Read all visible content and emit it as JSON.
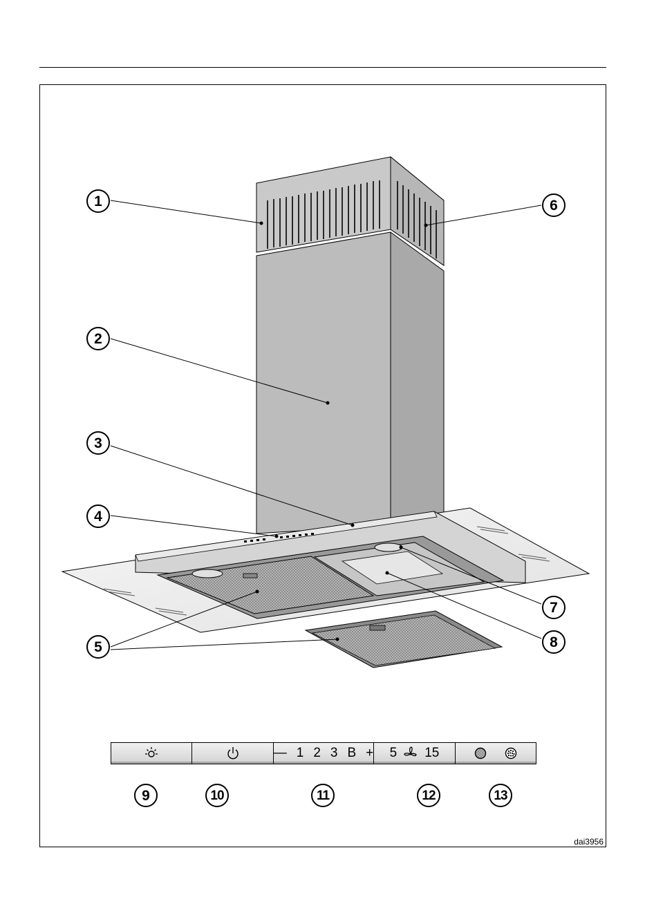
{
  "diagram": {
    "callouts": [
      "1",
      "2",
      "3",
      "4",
      "5",
      "6",
      "7",
      "8",
      "9",
      "10",
      "11",
      "12",
      "13"
    ],
    "panel": {
      "light_icon": "light-bulb-icon",
      "power_icon": "power-icon",
      "fan_controls": [
        "—",
        "1",
        "2",
        "3",
        "B",
        "+"
      ],
      "timer": {
        "short": "5",
        "icon": "fan-icon",
        "long": "15"
      },
      "filter_icons": [
        "grease-filter-icon",
        "odour-filter-icon"
      ]
    },
    "image_code": "dai3956"
  }
}
